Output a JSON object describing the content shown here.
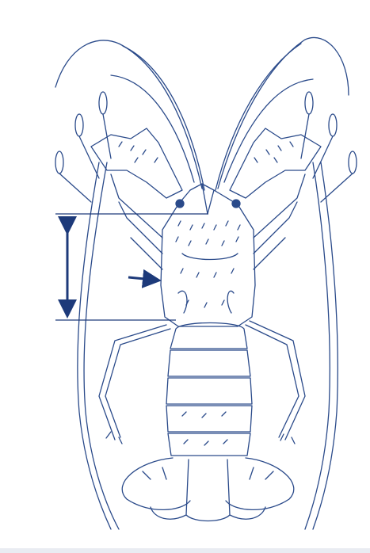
{
  "figure": {
    "subject": "lobster",
    "view": "dorsal",
    "line_color": "#2a4a8a",
    "arrow_color": "#1d3a7a",
    "background": "#ffffff",
    "footer_band_color": "#e9ecf2",
    "annotations": [
      {
        "type": "double-arrow",
        "meaning": "carapace-length"
      },
      {
        "type": "pointer-arrow",
        "meaning": "indicates-mark-on-carapace"
      }
    ]
  }
}
